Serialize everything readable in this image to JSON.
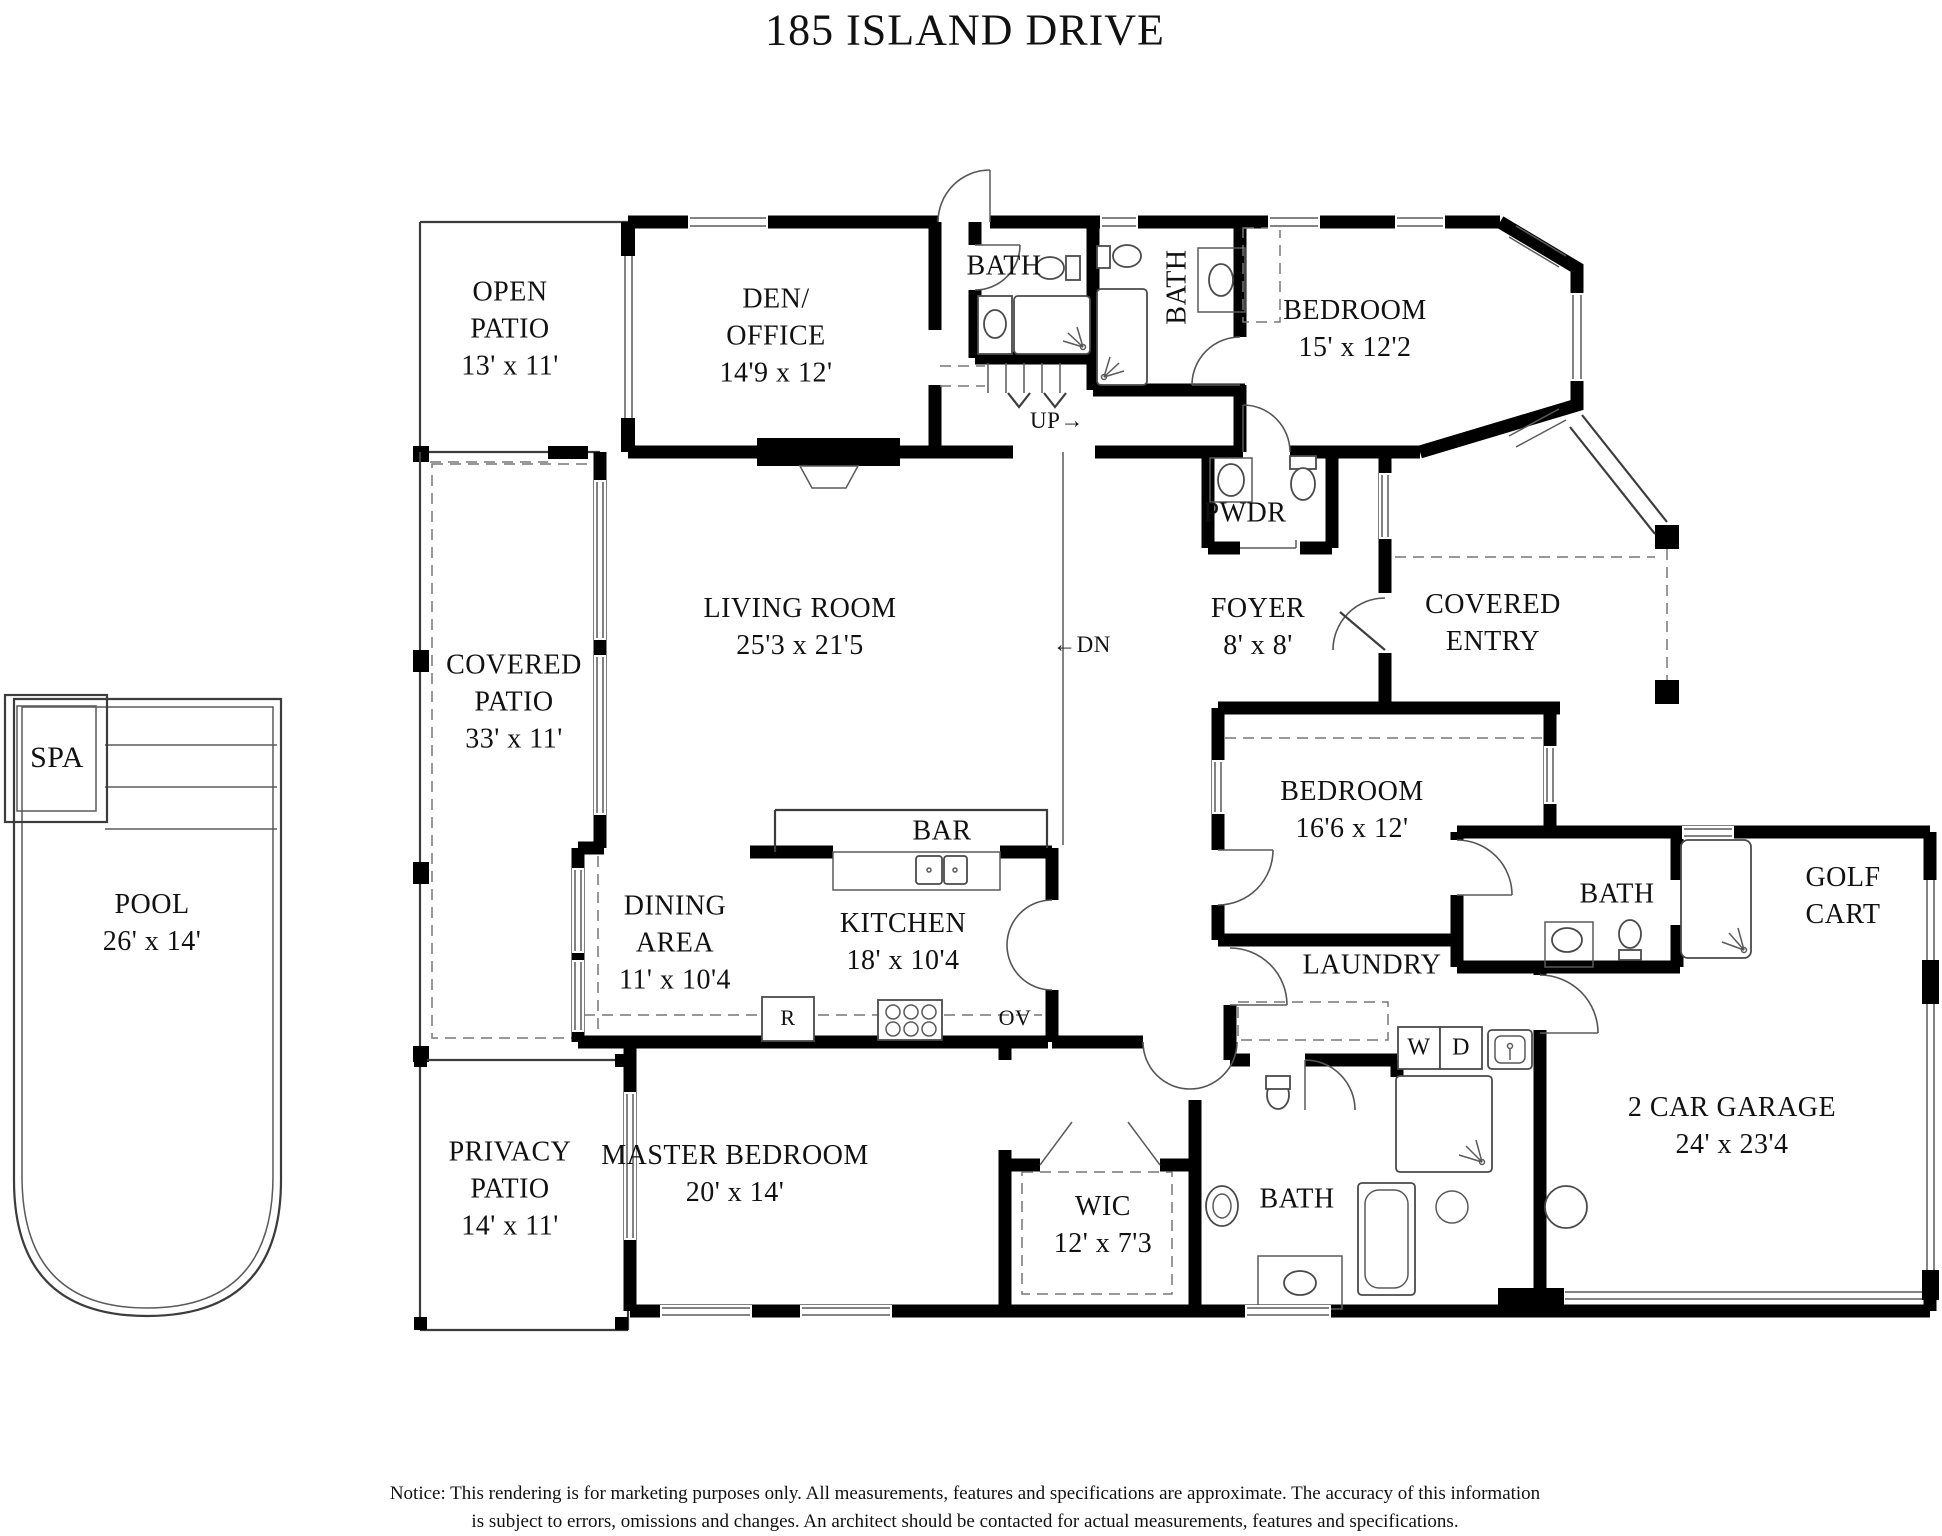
{
  "title": "185 ISLAND DRIVE",
  "rooms": {
    "open_patio": {
      "name": "OPEN PATIO",
      "dims": "13' x 11'"
    },
    "den_office": {
      "name": "DEN/ OFFICE",
      "dims": "14'9 x 12'"
    },
    "bath_hall": {
      "name": "BATH",
      "dims": ""
    },
    "bath_ensuite": {
      "name": "BATH",
      "dims": ""
    },
    "bedroom_front": {
      "name": "BEDROOM",
      "dims": "15' x 12'2"
    },
    "pwdr": {
      "name": "PWDR",
      "dims": ""
    },
    "covered_patio": {
      "name": "COVERED PATIO",
      "dims": "33' x 11'"
    },
    "living_room": {
      "name": "LIVING ROOM",
      "dims": "25'3 x 21'5"
    },
    "foyer": {
      "name": "FOYER",
      "dims": "8' x 8'"
    },
    "covered_entry": {
      "name": "COVERED ENTRY",
      "dims": ""
    },
    "bedroom_middle": {
      "name": "BEDROOM",
      "dims": "16'6 x 12'"
    },
    "spa": {
      "name": "SPA",
      "dims": ""
    },
    "pool": {
      "name": "POOL",
      "dims": "26' x 14'"
    },
    "dining_area": {
      "name": "DINING AREA",
      "dims": "11' x 10'4"
    },
    "bar": {
      "name": "BAR",
      "dims": ""
    },
    "kitchen": {
      "name": "KITCHEN",
      "dims": "18' x 10'4"
    },
    "bath_guest": {
      "name": "BATH",
      "dims": ""
    },
    "golf_cart": {
      "name": "GOLF CART",
      "dims": ""
    },
    "laundry": {
      "name": "LAUNDRY",
      "dims": ""
    },
    "privacy_patio": {
      "name": "PRIVACY PATIO",
      "dims": "14' x 11'"
    },
    "master_bedroom": {
      "name": "MASTER BEDROOM",
      "dims": "20' x 14'"
    },
    "wic": {
      "name": "WIC",
      "dims": "12' x 7'3"
    },
    "master_bath": {
      "name": "BATH",
      "dims": ""
    },
    "garage": {
      "name": "2 CAR GARAGE",
      "dims": "24' x 23'4"
    }
  },
  "markers": {
    "up": "UP→",
    "dn": "←DN",
    "washer": "W",
    "dryer": "D",
    "range": "R",
    "oven": "OV"
  },
  "notice": {
    "line1": "Notice: This rendering is for marketing purposes only. All measurements, features and specifications are approximate. The accuracy of this information",
    "line2": "is subject to errors, omissions and changes. An architect should be contacted for actual measurements, features and specifications."
  }
}
